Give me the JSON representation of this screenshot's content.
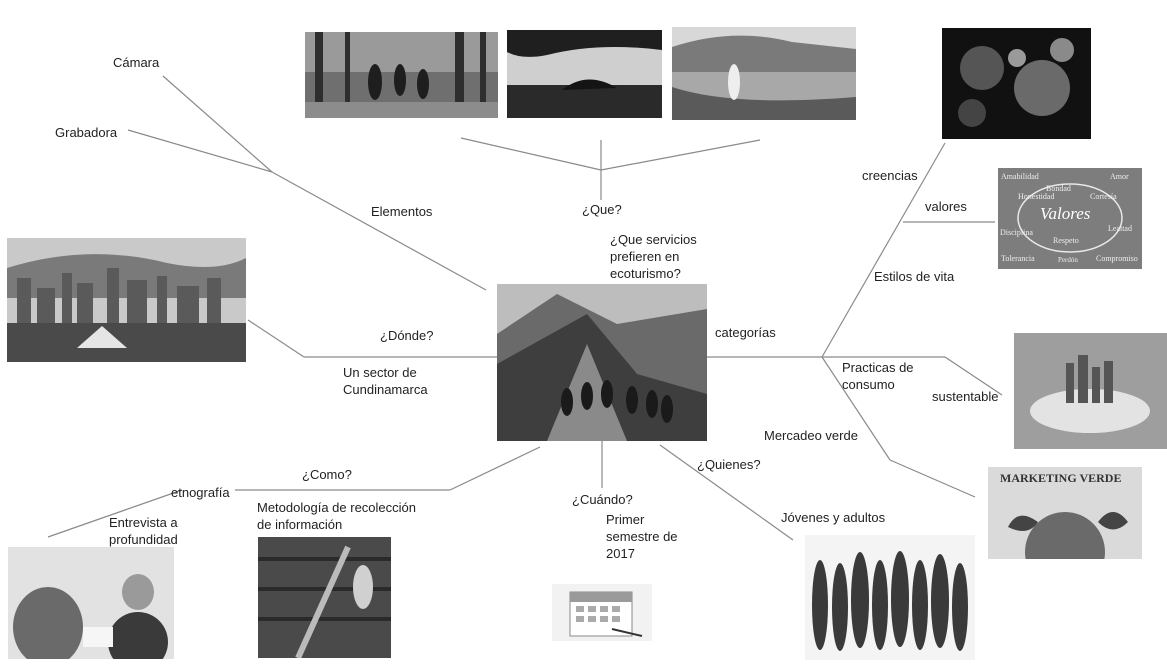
{
  "labels": {
    "camara": "Cámara",
    "grabadora": "Grabadora",
    "elementos": "Elementos",
    "que": "¿Que?",
    "servicios": "¿Que servicios\nprefieren en\necoturismo?",
    "donde": "¿Dónde?",
    "sector": "Un sector de\nCundinamarca",
    "categorias": "categorías",
    "creencias": "creencias",
    "valores": "valores",
    "estilos": "Estilos de vita",
    "practicas": "Practicas de\nconsumo",
    "sustentable": "sustentable",
    "mercadeo": "Mercadeo verde",
    "quienes": "¿Quienes?",
    "jovenes": "Jóvenes y adultos",
    "cuando": "¿Cuándo?",
    "primer": "Primer\nsemestre de\n2017",
    "como": "¿Como?",
    "metodologia": "Metodología de recolección\nde información",
    "etnografia": "etnografía",
    "entrevista": "Entrevista a\nprofundidad"
  },
  "image_text": {
    "valores_title": "Valores",
    "valores_words": [
      "Amabilidad",
      "Amor",
      "Cortesía",
      "Respeto",
      "Honestidad",
      "Lealtad",
      "Tolerancia",
      "Compromiso",
      "Disciplina",
      "Bondad",
      "Perdón"
    ],
    "marketing_title": "MARKETING VERDE"
  },
  "images": [
    "hikers-forest-photo",
    "cliff-lake-photo",
    "coast-woman-photo",
    "collage-beliefs-photo",
    "valores-wordcloud-image",
    "city-photo",
    "mountain-group-hike-photo",
    "green-city-hand-photo",
    "marketing-verde-image",
    "young-adults-group-photo",
    "calendar-image",
    "library-ladder-photo",
    "interview-photo"
  ]
}
